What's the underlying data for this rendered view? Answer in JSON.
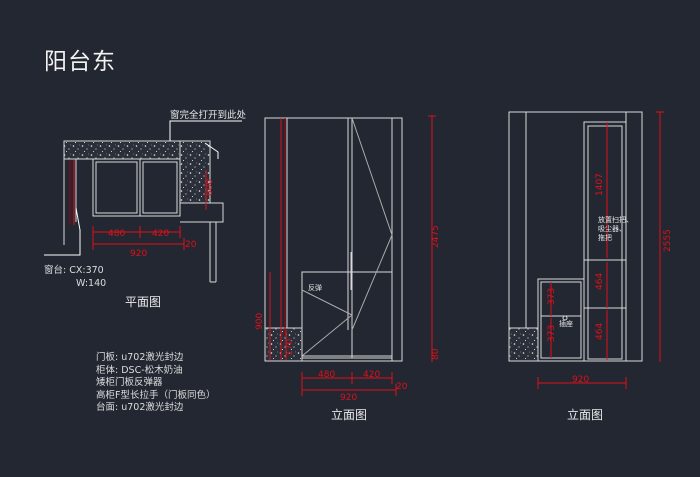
{
  "title": "阳台东",
  "plan": {
    "label": "平面图",
    "callout": "窗完全打开到此处",
    "window_sill_line1": "窗台: CX:370",
    "window_sill_line2": "W:140",
    "dims": {
      "d480": "480",
      "d420": "420",
      "d20": "20",
      "d920": "920",
      "d600": "600"
    }
  },
  "elev1": {
    "label": "立面图",
    "note_fanlie": "反弹",
    "dims": {
      "d480": "480",
      "d420": "420",
      "d20": "20",
      "d920": "920",
      "d2475": "2475",
      "d900": "900",
      "d170": "170",
      "d80": "80"
    }
  },
  "elev2": {
    "label": "立面图",
    "shelf_note_1": "放置扫把、",
    "shelf_note_2": "吸尘器、",
    "shelf_note_3": "拖把",
    "outlet_note": "插座",
    "dims": {
      "d920": "920",
      "d2555": "2555",
      "d1407": "1407",
      "d464a": "464",
      "d464b": "464",
      "d373a": "373",
      "d373b": "373"
    }
  },
  "notes": [
    "门板: u702激光封边",
    "柜体: DSC-松木奶油",
    "矮柜门板反弹器",
    "高柜F型长拉手（门板同色）",
    "台面: u702激光封边"
  ],
  "colors": {
    "bg": "#222731",
    "line": "#d8d8d8",
    "dim": "#e0101a",
    "leader": "#ffffff"
  }
}
